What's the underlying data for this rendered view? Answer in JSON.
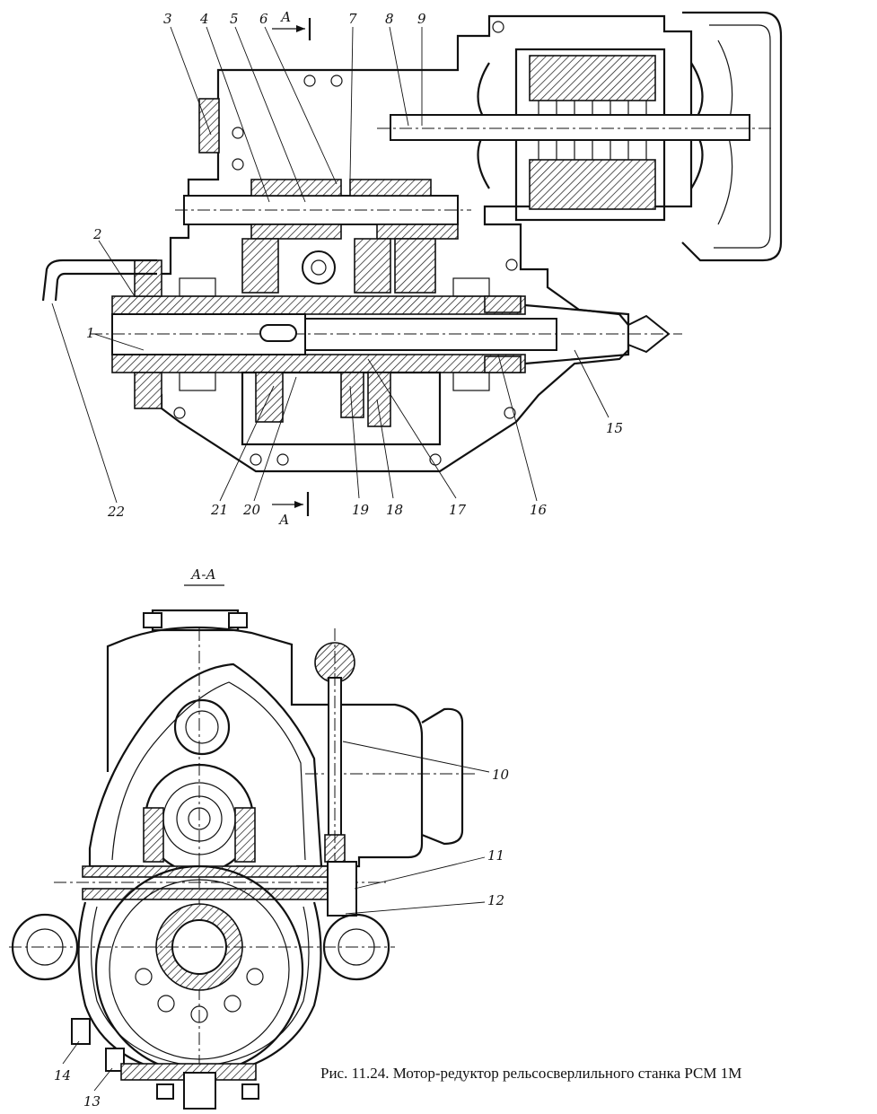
{
  "caption": "Рис. 11.24. Мотор-редуктор рельсосверлильного станка РСМ 1М",
  "section_label": "А-А",
  "cut_label_top": "А",
  "cut_label_bottom": "А",
  "callouts": {
    "c1": "1",
    "c2": "2",
    "c3": "3",
    "c4": "4",
    "c5": "5",
    "c6": "6",
    "c7": "7",
    "c8": "8",
    "c9": "9",
    "c10": "10",
    "c11": "11",
    "c12": "12",
    "c13": "13",
    "c14": "14",
    "c15": "15",
    "c16": "16",
    "c17": "17",
    "c18": "18",
    "c19": "19",
    "c20": "20",
    "c21": "21",
    "c22": "22"
  }
}
